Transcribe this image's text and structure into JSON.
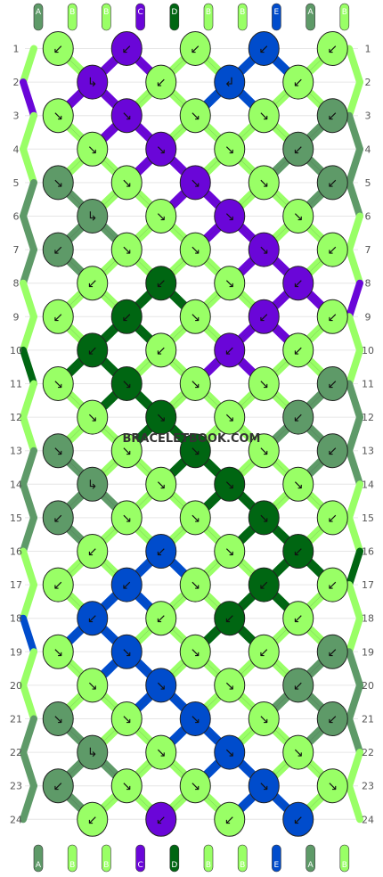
{
  "watermark": "BRACELETBOOK.COM",
  "colors": {
    "A": "#5e9a68",
    "B": "#99ff66",
    "C": "#6a06d8",
    "D": "#006612",
    "E": "#004ccc"
  },
  "strands_top": [
    "A",
    "B",
    "B",
    "C",
    "D",
    "B",
    "B",
    "E",
    "A",
    "B"
  ],
  "strands_bottom": [
    "A",
    "B",
    "B",
    "C",
    "D",
    "B",
    "B",
    "E",
    "A",
    "B"
  ],
  "row_labels": [
    "1",
    "2",
    "3",
    "4",
    "5",
    "6",
    "7",
    "8",
    "9",
    "10",
    "11",
    "12",
    "13",
    "14",
    "15",
    "16",
    "17",
    "18",
    "19",
    "20",
    "21",
    "22",
    "23",
    "24"
  ],
  "knot_arrows": {
    "L": "↙",
    "R": "↘",
    "BL": "↲",
    "BR": "↳"
  },
  "rows": [
    [
      "L:B",
      "L:C",
      "L:B",
      "L:E",
      "L:B"
    ],
    [
      "BR:C",
      "L:B",
      "BL:E",
      "L:B"
    ],
    [
      "R:B",
      "R:C",
      "R:B",
      "R:B",
      "L:A"
    ],
    [
      "R:B",
      "R:C",
      "R:B",
      "L:A"
    ],
    [
      "R:A",
      "R:B",
      "R:C",
      "R:B",
      "L:A"
    ],
    [
      "BR:A",
      "R:B",
      "R:C",
      "R:B"
    ],
    [
      "L:A",
      "R:B",
      "R:B",
      "R:C",
      "L:B"
    ],
    [
      "L:B",
      "L:D",
      "R:B",
      "L:C"
    ],
    [
      "L:B",
      "L:D",
      "R:B",
      "L:C",
      "L:B"
    ],
    [
      "L:D",
      "L:B",
      "L:C",
      "L:B"
    ],
    [
      "R:B",
      "R:D",
      "R:B",
      "R:B",
      "L:A"
    ],
    [
      "R:B",
      "R:D",
      "R:B",
      "L:A"
    ],
    [
      "R:A",
      "R:B",
      "R:D",
      "R:B",
      "L:A"
    ],
    [
      "BR:A",
      "R:B",
      "R:D",
      "R:B"
    ],
    [
      "L:A",
      "R:B",
      "R:B",
      "R:D",
      "L:B"
    ],
    [
      "L:B",
      "L:E",
      "R:B",
      "L:D"
    ],
    [
      "L:B",
      "L:E",
      "R:B",
      "L:D",
      "L:B"
    ],
    [
      "L:E",
      "L:B",
      "L:D",
      "L:B"
    ],
    [
      "R:B",
      "R:E",
      "R:B",
      "L:B",
      "L:A"
    ],
    [
      "R:B",
      "R:E",
      "R:B",
      "L:A"
    ],
    [
      "R:A",
      "R:B",
      "R:E",
      "R:B",
      "L:A"
    ],
    [
      "BR:A",
      "R:B",
      "R:E",
      "R:B"
    ],
    [
      "L:A",
      "R:B",
      "R:B",
      "R:E",
      "R:B"
    ],
    [
      "L:B",
      "L:C",
      "L:B",
      "L:E"
    ]
  ]
}
